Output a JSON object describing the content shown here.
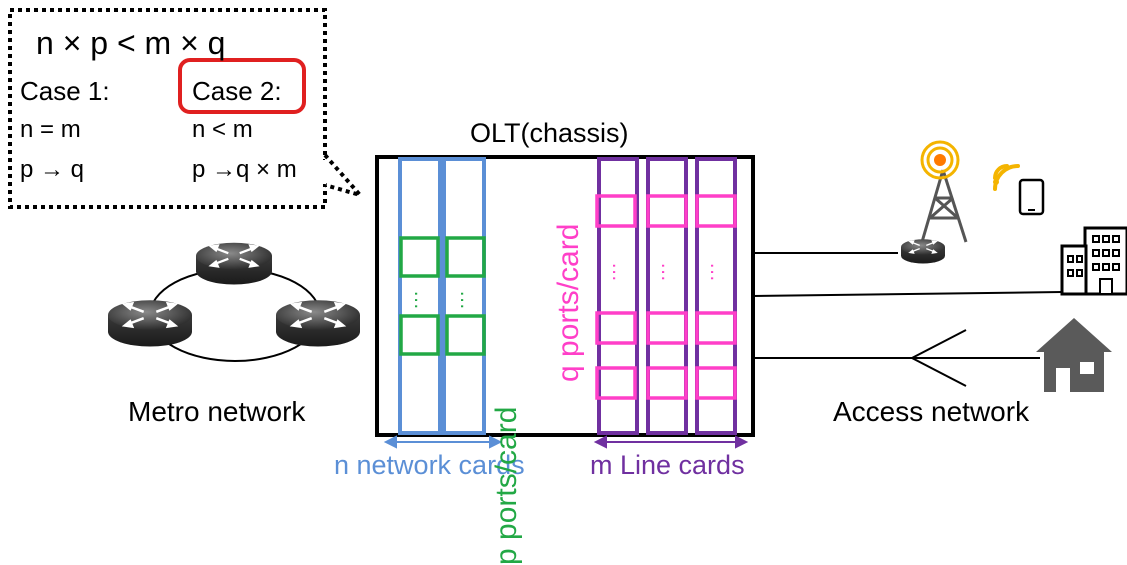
{
  "callout": {
    "formula": "n × p < m × q",
    "case1": {
      "title": "Case 1:",
      "line1": "n = m",
      "line2": "p → q"
    },
    "case2": {
      "title": "Case 2:",
      "line1": "n < m",
      "line2": "p →q × m"
    }
  },
  "olt": {
    "title": "OLT(chassis)",
    "p_ports_label": "p ports/card",
    "q_ports_label": "q ports/card",
    "dots": "…"
  },
  "labels": {
    "metro": "Metro network",
    "access": "Access network",
    "n_cards": "n network cards",
    "m_cards": "m Line cards"
  },
  "colors": {
    "network_card": "#5b8fd6",
    "p_port": "#22a845",
    "line_card": "#7030a0",
    "q_port": "#ff3fc8",
    "case2_highlight": "#e02020"
  }
}
